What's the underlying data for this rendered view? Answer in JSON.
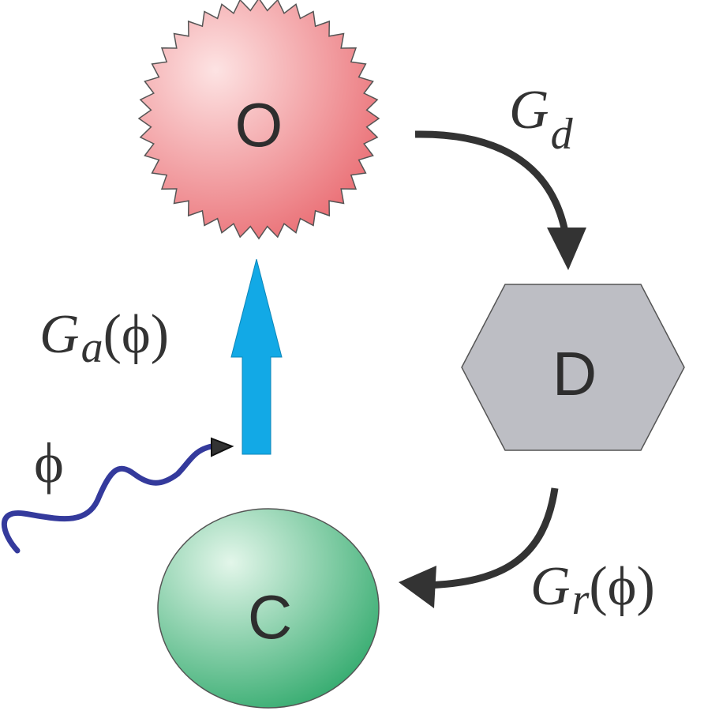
{
  "nodes": {
    "open": {
      "label": "O",
      "fill_light": "#fde3e3",
      "fill_dark": "#ea6f75",
      "stroke": "#555555"
    },
    "dark": {
      "label": "D",
      "fill": "#bdbec4",
      "stroke": "#555555"
    },
    "closed": {
      "label": "C",
      "fill_light": "#e3f6ea",
      "fill_dark": "#36ac70",
      "stroke": "#555555"
    }
  },
  "edges": {
    "activation": {
      "symbol": "G",
      "subscript": "a",
      "argument": "(ϕ)",
      "color": "#12a9e6"
    },
    "deactivation": {
      "symbol": "G",
      "subscript": "d",
      "color": "#333333"
    },
    "recovery": {
      "symbol": "G",
      "subscript": "r",
      "argument": "(ϕ)",
      "color": "#333333"
    }
  },
  "light": {
    "symbol": "ϕ",
    "color": "#343a9c"
  }
}
